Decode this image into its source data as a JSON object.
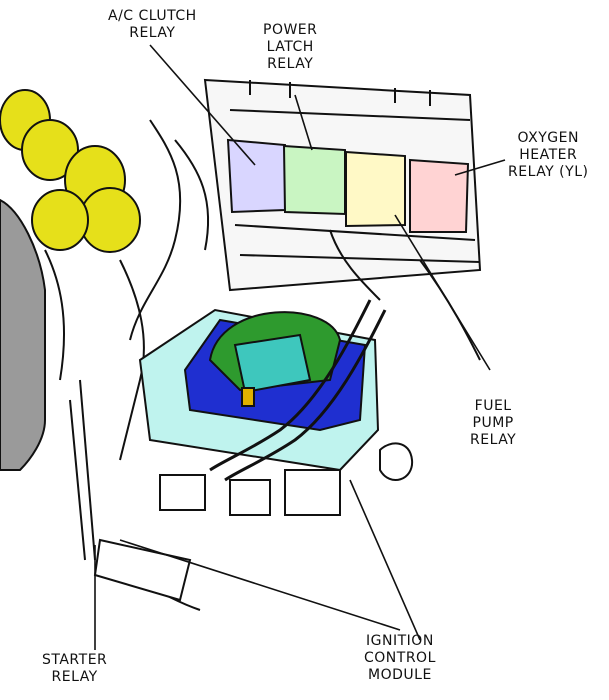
{
  "labels": {
    "ac_clutch_relay": [
      "A/C CLUTCH",
      "RELAY"
    ],
    "power_latch_relay": [
      "POWER",
      "LATCH",
      "RELAY"
    ],
    "oxygen_heater_relay": [
      "OXYGEN",
      "HEATER",
      "RELAY (YL)"
    ],
    "fuel_pump_relay": [
      "FUEL",
      "PUMP",
      "RELAY"
    ],
    "ignition_control_module": [
      "IGNITION",
      "CONTROL",
      "MODULE"
    ],
    "starter_relay": [
      "STARTER",
      "RELAY"
    ]
  },
  "colors": {
    "ac_clutch_relay": "#d9d6ff",
    "power_latch_relay": "#c9f5c2",
    "fuel_pump_relay": "#fff9c6",
    "oxygen_heater_relay": "#ffd3d3",
    "ignition_module_body": "#bff3ee",
    "ignition_module_top": "#1f2fd0",
    "ignition_module_dome": "#2e9a2e",
    "ignition_module_center": "#3ec7bd",
    "hoses": "#e6e01a"
  }
}
